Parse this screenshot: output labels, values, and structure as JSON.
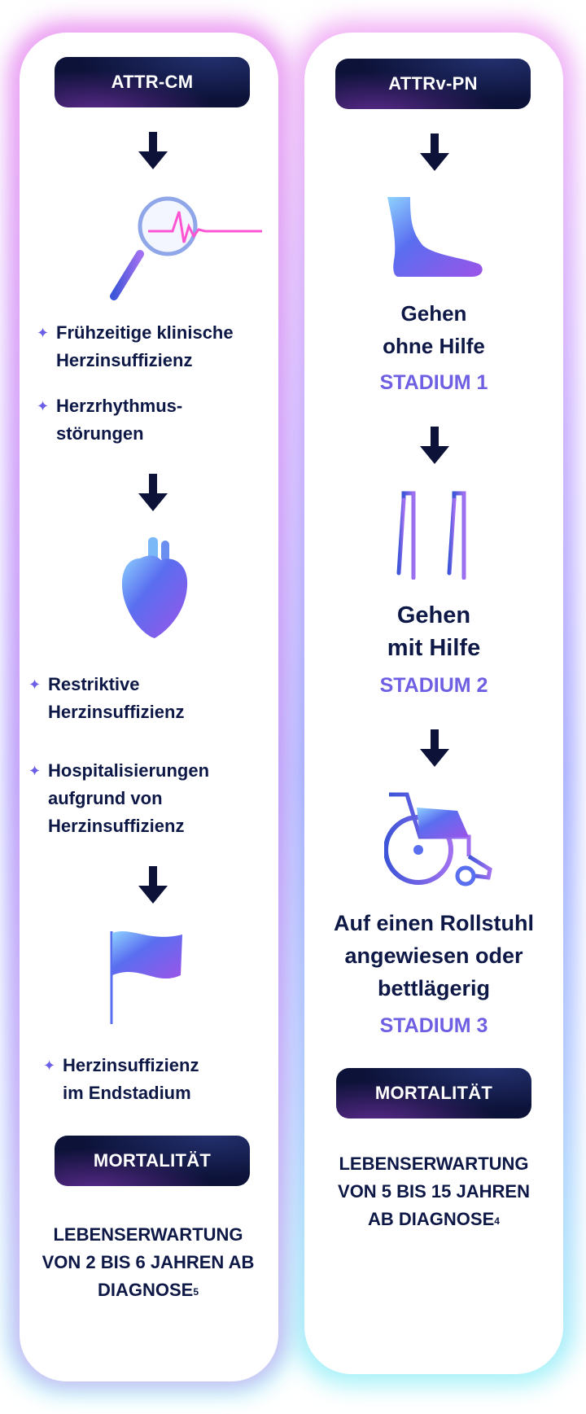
{
  "left": {
    "header": "ATTR-CM",
    "bullets1": [
      {
        "line1": "Frühzeitige klinische",
        "line2": "Herzinsuffizienz"
      },
      {
        "line1": "Herzrhythmus-",
        "line2": "störungen"
      }
    ],
    "bullets2": [
      {
        "line1": "Restriktive",
        "line2": "Herzinsuffizienz"
      },
      {
        "line1": "Hospitalisierungen",
        "line2": "aufgrund von",
        "line3": "Herzinsuffizienz"
      }
    ],
    "bullets3": [
      {
        "line1": "Herzinsuffizienz",
        "line2": "im Endstadium"
      }
    ],
    "mortality": "MORTALITÄT",
    "life_line1": "LEBENSERWARTUNG",
    "life_line2": "VON 2 BIS 6 JAHREN AB",
    "life_line3": "DIAGNOSE",
    "life_ref": "5"
  },
  "right": {
    "header": "ATTRv-PN",
    "stage1_line1": "Gehen",
    "stage1_line2": "ohne Hilfe",
    "stage1_label": "STADIUM 1",
    "stage2_line1": "Gehen",
    "stage2_line2": "mit Hilfe",
    "stage2_label": "STADIUM 2",
    "stage3_line1": "Auf einen Rollstuhl",
    "stage3_line2": "angewiesen oder",
    "stage3_line3": "bettlägerig",
    "stage3_label": "STADIUM 3",
    "mortality": "MORTALITÄT",
    "life_line1": "LEBENSERWARTUNG",
    "life_line2": "VON 5 BIS 15 JAHREN",
    "life_line3": "AB DIAGNOSE",
    "life_ref": "4"
  },
  "colors": {
    "navy": "#0c1238",
    "text": "#0e1846",
    "stage": "#6e5fe3",
    "accent_star": "#6a5fe6",
    "icon_gradient_start": "#3a5bd9",
    "icon_gradient_end": "#a46cf0"
  },
  "icons": [
    "arrow-down-icon",
    "magnifier-ecg-icon",
    "heart-icon",
    "flag-icon",
    "foot-icon",
    "walker-icon",
    "wheelchair-icon",
    "sparkle-icon"
  ]
}
